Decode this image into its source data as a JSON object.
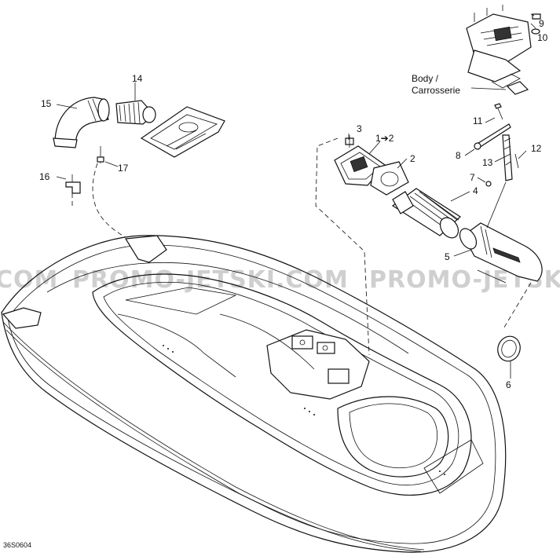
{
  "callouts": {
    "c1": "14",
    "c2": "15",
    "c3": "16",
    "c4": "17",
    "c5": "3",
    "c6": "1➔2",
    "c7": "2",
    "c8": "4",
    "c9": "5",
    "c10": "6",
    "c11": "7",
    "c12": "8",
    "c13": "13",
    "c14": "12",
    "c15": "11",
    "c16": "9",
    "c17": "10"
  },
  "body_label": {
    "line1": "Body /",
    "line2": "Carrosserie"
  },
  "diagram_code": "36S0604",
  "watermark": {
    "left": "COM",
    "middle": "PROMO-JETSKI.COM",
    "right": "PROMO-JETSK"
  }
}
